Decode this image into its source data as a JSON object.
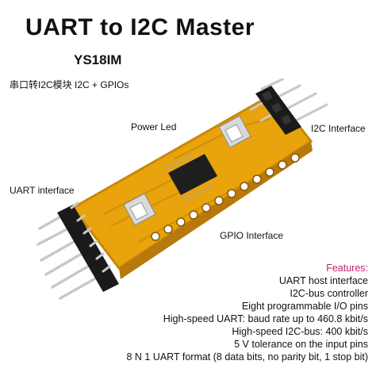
{
  "title": "UART to I2C  Master",
  "model": "YS18IM",
  "subtitle": "串口转I2C模块 I2C + GPIOs",
  "labels": {
    "power_led": "Power Led",
    "i2c_interface": "I2C Interface",
    "uart_interface": "UART interface",
    "gpio_interface": "GPIO Interface"
  },
  "features": {
    "heading": "Features:",
    "items": [
      "UART host interface",
      "I2C-bus controller",
      "Eight programmable I/O pins",
      "High-speed UART: baud rate up to 460.8 kbit/s",
      "High-speed I2C-bus: 400 kbit/s",
      "5 V tolerance on the input pins",
      "8 N 1 UART format (8 data bits, no parity bit, 1 stop bit)"
    ]
  },
  "colors": {
    "pcb": "#e8a30d",
    "pcb_edge": "#c9870a",
    "header": "#1a1a1a",
    "pins": "#c8c8c8",
    "heading_accent": "#c0206a"
  }
}
